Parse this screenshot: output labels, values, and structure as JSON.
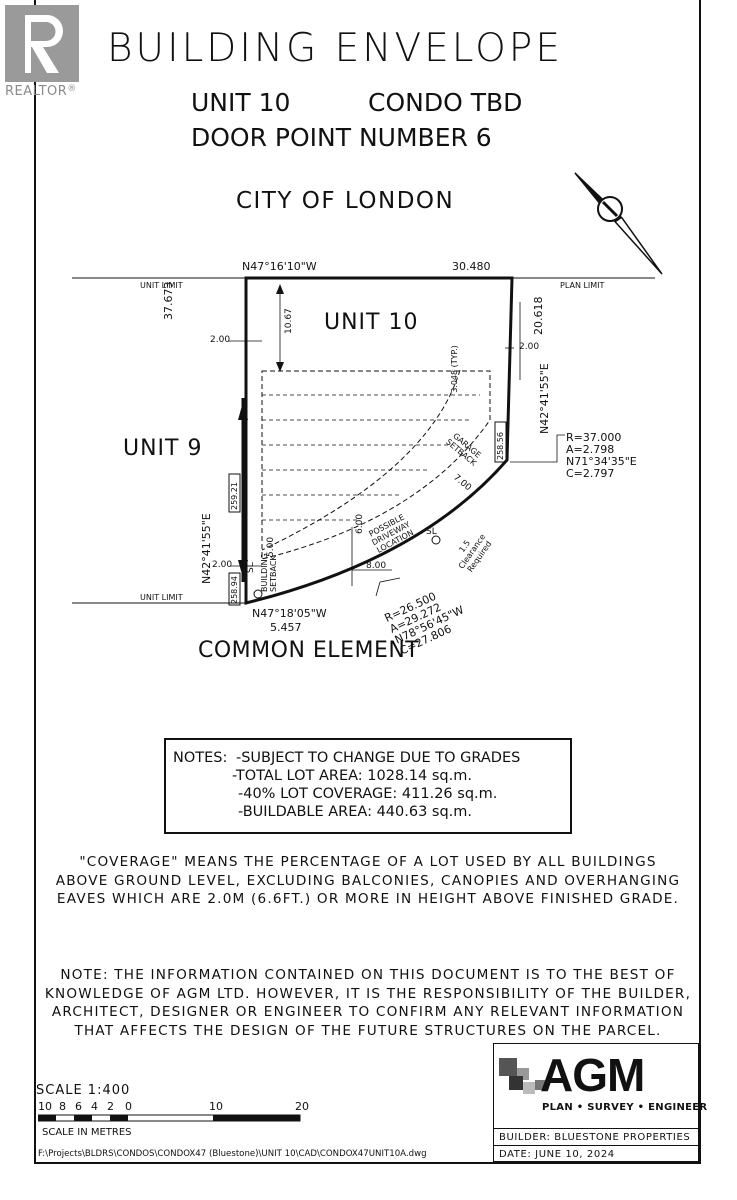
{
  "watermark": {
    "text": "REALTOR",
    "reg": "®"
  },
  "header": {
    "title": "BUILDING ENVELOPE",
    "unit": "UNIT 10",
    "condo": "CONDO TBD",
    "door_point": "DOOR POINT NUMBER 6",
    "city": "CITY OF LONDON"
  },
  "plan": {
    "labels": {
      "unit_limit_top": "UNIT LIMIT",
      "plan_limit": "PLAN LIMIT",
      "unit_limit_bottom": "UNIT LIMIT",
      "unit10": "UNIT 10",
      "unit9": "UNIT 9",
      "common_element": "COMMON ELEMENT",
      "building_setback": "BUILDING SETBACK",
      "garage_setback": "GARAGE SETBACK",
      "possible_driveway": [
        "POSSIBLE",
        "DRIVEWAY",
        "LOCATION"
      ],
      "clearance": [
        "1.5",
        "Clearance",
        "Required"
      ],
      "sl": "SL",
      "typ": "3.048 (TYP.)"
    },
    "dimensions": {
      "top_bearing": "N47°16'10\"W",
      "top_length": "30.480",
      "left_length_upper": "37.673",
      "right_length": "20.618",
      "right_bearing": "N42°41'55\"E",
      "left_bearing": "N42°41'55\"E",
      "d_10_67": "10.67",
      "d_2_00_a": "2.00",
      "d_2_00_b": "2.00",
      "d_2_00_c": "2.00",
      "d_7_00": "7.00",
      "d_8_00": "8.00",
      "d_5_00": "5.00",
      "d_6_00": "6.00",
      "elev_258_56": "258.56",
      "elev_259_21": "259.21",
      "elev_258_94": "258.94",
      "bottom_bearing": "N47°18'05\"W",
      "bottom_length": "5.457"
    },
    "curve1": [
      "R=37.000",
      "A=2.798",
      "N71°34'35\"E",
      "C=2.797"
    ],
    "curve2": [
      "R=26.500",
      "A=29.272",
      "N78°56'45\"W",
      "C=27.806"
    ]
  },
  "notes": {
    "heading": "NOTES:",
    "items": [
      "-SUBJECT TO CHANGE DUE TO GRADES",
      "-TOTAL LOT AREA: 1028.14 sq.m.",
      "-40% LOT COVERAGE: 411.26 sq.m.",
      "-BUILDABLE AREA: 440.63 sq.m."
    ]
  },
  "coverage_definition": [
    "\"COVERAGE\" MEANS THE PERCENTAGE OF A LOT USED BY ALL BUILDINGS",
    "ABOVE GROUND LEVEL, EXCLUDING BALCONIES, CANOPIES AND OVERHANGING",
    "EAVES WHICH ARE 2.0M (6.6FT.) OR MORE IN HEIGHT ABOVE FINISHED GRADE."
  ],
  "disclaimer": [
    "NOTE: THE INFORMATION CONTAINED ON THIS DOCUMENT IS TO THE BEST OF",
    "KNOWLEDGE OF AGM LTD. HOWEVER, IT IS THE RESPONSIBILITY OF THE BUILDER,",
    "ARCHITECT, DESIGNER OR ENGINEER TO CONFIRM ANY RELEVANT INFORMATION",
    "THAT AFFECTS THE DESIGN OF THE FUTURE STRUCTURES ON THE PARCEL."
  ],
  "scale": {
    "label": "SCALE 1:400",
    "ticks": [
      "10",
      "8",
      "6",
      "4",
      "2",
      "0",
      "10",
      "20"
    ],
    "unit_label": "SCALE IN METRES"
  },
  "file_path": "F:\\Projects\\BLDRS\\CONDOS\\CONDOX47 (Bluestone)\\UNIT 10\\CAD\\CONDOX47UNIT10A.dwg",
  "title_block": {
    "logo_text": "AGM",
    "tagline": "PLAN • SURVEY • ENGINEER",
    "builder": "BUILDER: BLUESTONE PROPERTIES",
    "date": "DATE: JUNE 10, 2024"
  }
}
